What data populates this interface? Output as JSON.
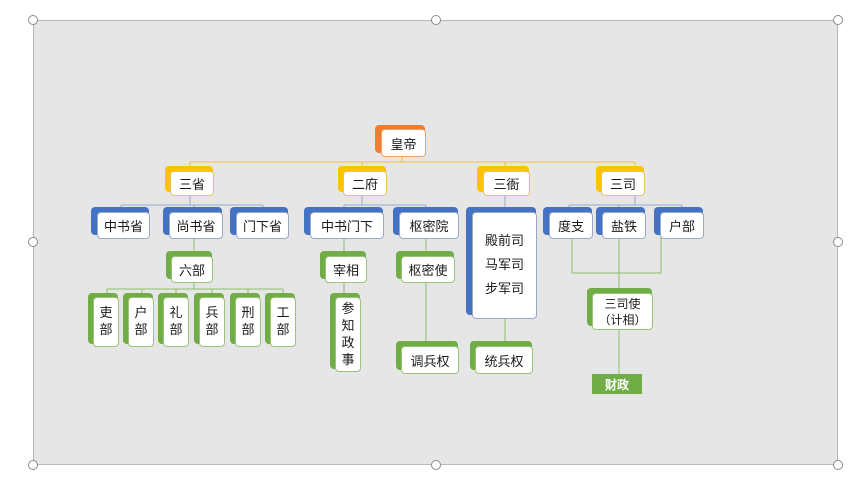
{
  "diagram": {
    "root": "皇帝",
    "level1": [
      "三省",
      "二府",
      "三衙",
      "三司"
    ],
    "sansheng": {
      "children": [
        "中书省",
        "尚书省",
        "门下省"
      ],
      "sub": "六部",
      "liubu": [
        [
          "吏",
          "部"
        ],
        [
          "户",
          "部"
        ],
        [
          "礼",
          "部"
        ],
        [
          "兵",
          "部"
        ],
        [
          "刑",
          "部"
        ],
        [
          "工",
          "部"
        ]
      ]
    },
    "erfu": {
      "children": [
        "中书门下",
        "枢密院"
      ],
      "zaixiang": "宰相",
      "canzhi": [
        "参",
        "知",
        "政",
        "事"
      ],
      "shumishi": "枢密使",
      "diaobing": "调兵权"
    },
    "sanya": {
      "units": [
        "殿前司",
        "马军司",
        "步军司"
      ],
      "tongbing": "统兵权"
    },
    "sansi": {
      "children": [
        "度支",
        "盐铁",
        "户部"
      ],
      "sansishi": [
        "三司使",
        "（计相）"
      ],
      "caizheng": "财政"
    }
  },
  "colors": {
    "orange": "#ee7d31",
    "yellow": "#fec200",
    "blue": "#4472c4",
    "green": "#70ad47",
    "connector_gray": "#9aa9c6",
    "connector_green": "#8fbf6a",
    "connector_yellow": "#f0c040"
  }
}
